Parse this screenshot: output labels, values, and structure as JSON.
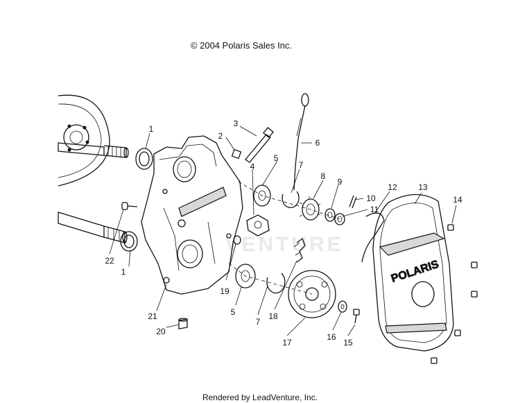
{
  "header": {
    "copyright": "© 2004 Polaris Sales Inc."
  },
  "footer": {
    "rendered_by": "Rendered by LeadVenture, Inc."
  },
  "watermark": {
    "text": "VENTURE"
  },
  "cover_brand": {
    "text": "POLARIS"
  },
  "callouts": {
    "c1a": "1",
    "c1b": "1",
    "c2": "2",
    "c3": "3",
    "c4": "4",
    "c5a": "5",
    "c5b": "5",
    "c6": "6",
    "c7a": "7",
    "c7b": "7",
    "c8": "8",
    "c9": "9",
    "c10": "10",
    "c11": "11",
    "c12": "12",
    "c13": "13",
    "c14": "14",
    "c15": "15",
    "c16": "16",
    "c17": "17",
    "c18": "18",
    "c19": "19",
    "c20": "20",
    "c21": "21",
    "c22": "22"
  }
}
